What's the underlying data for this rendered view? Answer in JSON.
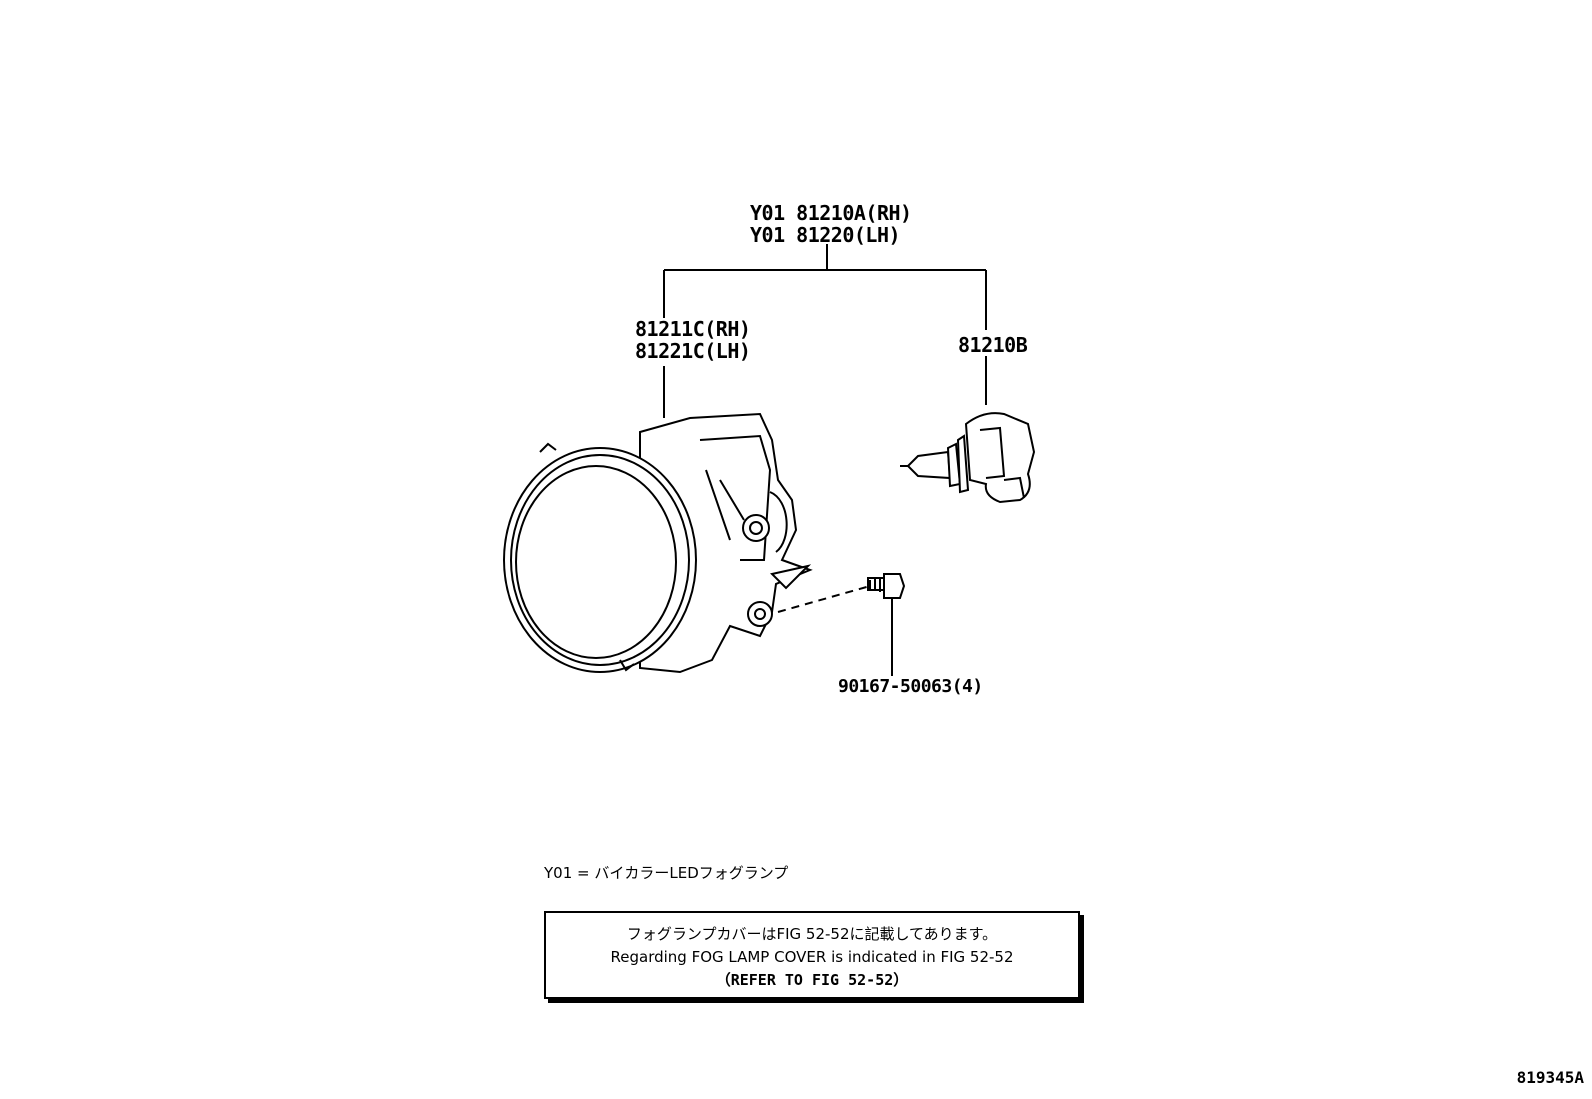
{
  "callouts": {
    "assembly_rh": "Y01 81210A(RH)",
    "assembly_lh": "Y01 81220(LH)",
    "housing_rh": "81211C(RH)",
    "housing_lh": "81221C(LH)",
    "bulb": "81210B",
    "screw": "90167-50063(4)"
  },
  "legend": "Y01 = バイカラーLEDフォグランプ",
  "note": {
    "line_jp": "フォグランプカバーはFIG 52-52に記載してあります。",
    "line_en": "Regarding FOG LAMP COVER is indicated in FIG 52-52",
    "line_ref": "（REFER TO FIG 52-52）"
  },
  "diagram_code": "819345A"
}
